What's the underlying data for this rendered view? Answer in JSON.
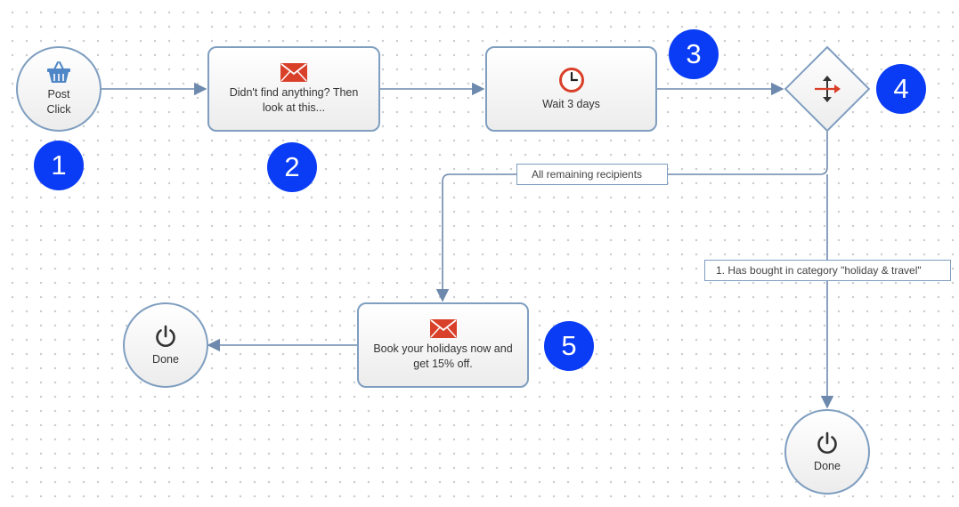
{
  "nodes": {
    "start": {
      "line1": "Post",
      "line2": "Click",
      "icon": "shopping-basket-icon"
    },
    "email1": {
      "label": "Didn't find anything? Then look at this...",
      "icon": "envelope-icon",
      "icon_color": "#d9402a"
    },
    "wait": {
      "label": "Wait 3 days",
      "icon": "clock-icon",
      "icon_color": "#d9402a"
    },
    "split": {
      "icon": "split-arrows-icon",
      "icon_color": "#d9402a"
    },
    "email2": {
      "label": "Book your holidays now and get 15% off.",
      "icon": "envelope-icon",
      "icon_color": "#d9402a"
    },
    "done_left": {
      "label": "Done",
      "icon": "power-icon"
    },
    "done_bottom": {
      "label": "Done",
      "icon": "power-icon"
    }
  },
  "edge_labels": {
    "remaining": "All remaining recipients",
    "holiday": "1. Has bought in category \"holiday & travel\""
  },
  "badges": [
    "1",
    "2",
    "3",
    "4",
    "5"
  ],
  "colors": {
    "border": "#7f9ec0",
    "badge": "#0a3cf5",
    "edge": "#6d89ad",
    "icon_accent": "#d9402a",
    "icon_basket": "#4f86c6"
  }
}
